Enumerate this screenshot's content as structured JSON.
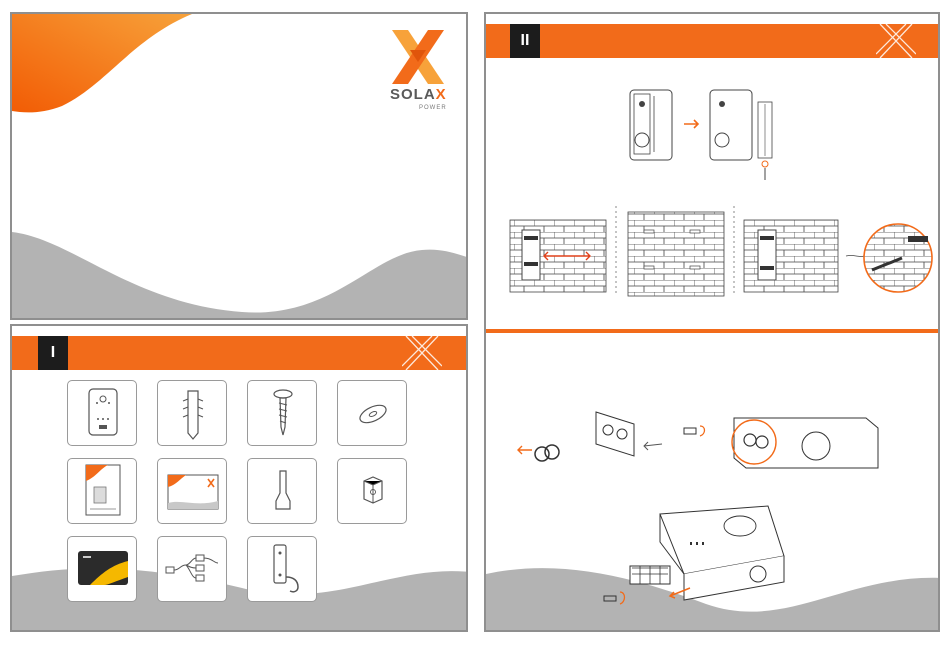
{
  "cover": {
    "brand": {
      "name_part1": "SOLA",
      "name_part2": "X",
      "tagline": "POWER"
    },
    "colors": {
      "accent": "#f26b1a",
      "wave": "#b3b3b3",
      "border": "#8f8f8f"
    }
  },
  "section_one": {
    "number": "I",
    "items": [
      {
        "icon": "ev-charger-unit-icon"
      },
      {
        "icon": "wall-anchor-plug-icon"
      },
      {
        "icon": "self-tapping-screw-icon"
      },
      {
        "icon": "washer-icon"
      },
      {
        "icon": "user-manual-booklet-icon"
      },
      {
        "icon": "quick-guide-card-icon"
      },
      {
        "icon": "cable-ferrule-terminal-icon"
      },
      {
        "icon": "cable-gland-nut-icon"
      },
      {
        "icon": "rfid-card-icon"
      },
      {
        "icon": "communication-cable-adapter-icon"
      },
      {
        "icon": "cable-hook-holder-icon"
      }
    ]
  },
  "section_two": {
    "number": "II"
  }
}
